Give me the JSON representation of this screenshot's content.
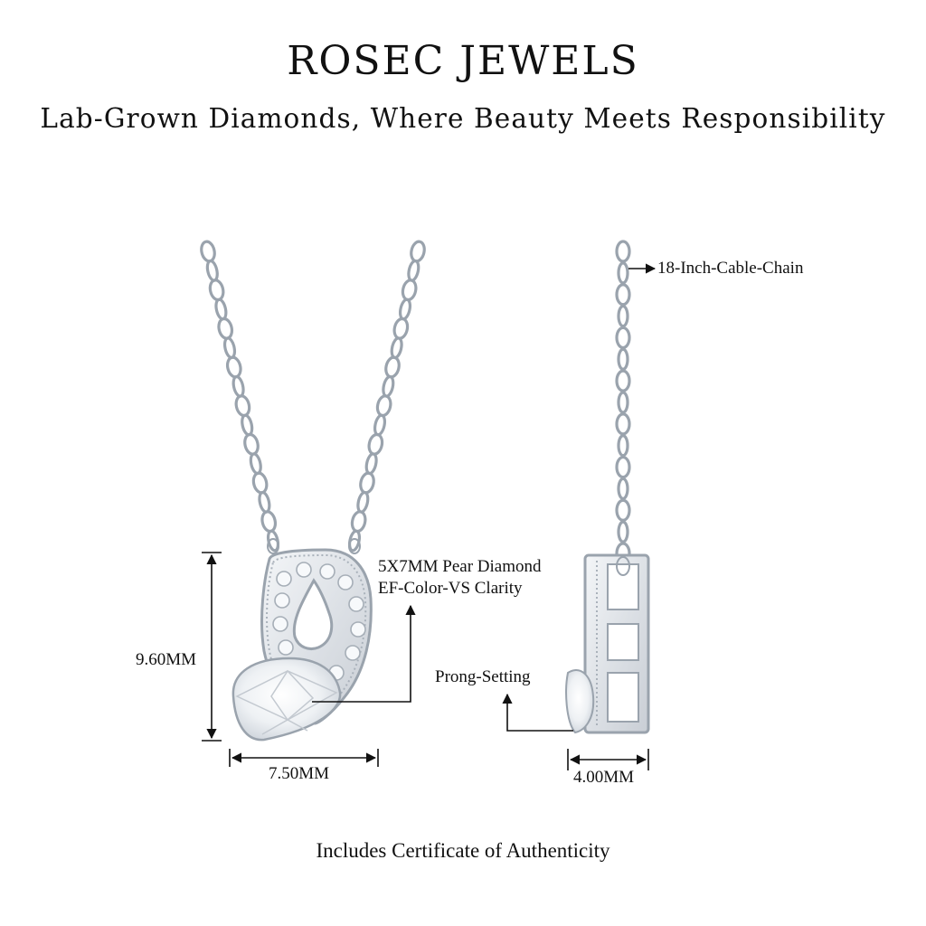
{
  "header": {
    "brand": "ROSEC JEWELS",
    "tagline": "Lab-Grown Diamonds, Where Beauty Meets Responsibility"
  },
  "annotations": {
    "chain": "18-Inch-Cable-Chain",
    "stone_line1": "5X7MM Pear Diamond",
    "stone_line2": "EF-Color-VS Clarity",
    "setting": "Prong-Setting",
    "height": "9.60MM",
    "width": "7.50MM",
    "depth": "4.00MM"
  },
  "footer": {
    "certificate": "Includes Certificate of Authenticity"
  },
  "colors": {
    "metal": "#dfe3e8",
    "metal_outline": "#9aa3ad",
    "text": "#111111"
  }
}
